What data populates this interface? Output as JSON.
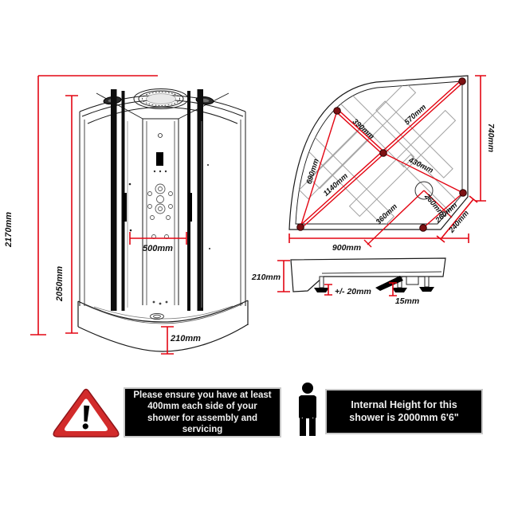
{
  "colors": {
    "dimension_red": "#e30613",
    "node_dot": "#7d1113",
    "line_black": "#1a1a1a",
    "glass_gray": "#9f9f9f",
    "notice_bg": "#000000",
    "notice_text": "#f0f0f0",
    "warning_red": "#d22b2b"
  },
  "icons": {
    "warning": "warning-triangle-icon",
    "person": "person-icon"
  },
  "front_view": {
    "overall_height": "2170mm",
    "cabin_height": "2050mm",
    "internal_width": "500mm",
    "tray_height": "210mm"
  },
  "top_view": {
    "d390": "390mm",
    "d570": "570mm",
    "d740": "740mm",
    "d430": "430mm",
    "d690": "690mm",
    "d1140": "1140mm",
    "d360": "360mm",
    "d260a": "260mm",
    "d260b": "260mm",
    "d240": "240mm",
    "d900": "900mm"
  },
  "side_view": {
    "tray_height": "210mm",
    "leg_adjustment": "+/- 20mm",
    "panel_clearance": "15mm"
  },
  "notices": {
    "assembly": {
      "lines": [
        "Please ensure you have at least",
        "400mm each side of your",
        "shower for assembly and",
        "servicing"
      ]
    },
    "internal_height": {
      "lines": [
        "Internal Height for this",
        "shower is 2000mm 6'6\""
      ]
    }
  }
}
